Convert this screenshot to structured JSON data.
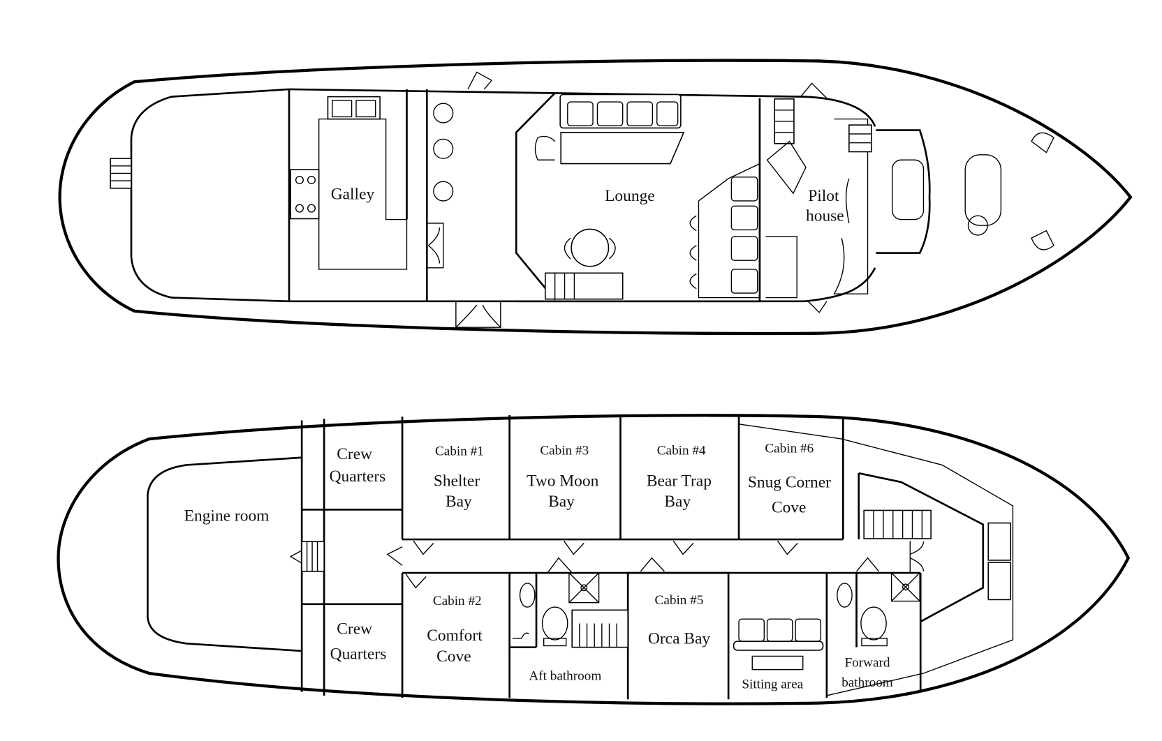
{
  "upper_deck": {
    "rooms": {
      "galley": "Galley",
      "lounge": "Lounge",
      "pilot_house_line1": "Pilot",
      "pilot_house_line2": "house"
    }
  },
  "lower_deck": {
    "rooms": {
      "engine_room": "Engine room",
      "crew_top_1": "Crew",
      "crew_top_2": "Quarters",
      "crew_bottom_1": "Crew",
      "crew_bottom_2": "Quarters",
      "cabin1_num": "Cabin #1",
      "cabin1_name1": "Shelter",
      "cabin1_name2": "Bay",
      "cabin3_num": "Cabin #3",
      "cabin3_name1": "Two Moon",
      "cabin3_name2": "Bay",
      "cabin4_num": "Cabin #4",
      "cabin4_name1": "Bear Trap",
      "cabin4_name2": "Bay",
      "cabin6_num": "Cabin #6",
      "cabin6_name1": "Snug Corner",
      "cabin6_name2": "Cove",
      "cabin2_num": "Cabin #2",
      "cabin2_name1": "Comfort",
      "cabin2_name2": "Cove",
      "aft_bathroom": "Aft bathroom",
      "cabin5_num": "Cabin #5",
      "cabin5_name": "Orca Bay",
      "sitting_area": "Sitting area",
      "forward_bath1": "Forward",
      "forward_bath2": "bathroom"
    }
  }
}
